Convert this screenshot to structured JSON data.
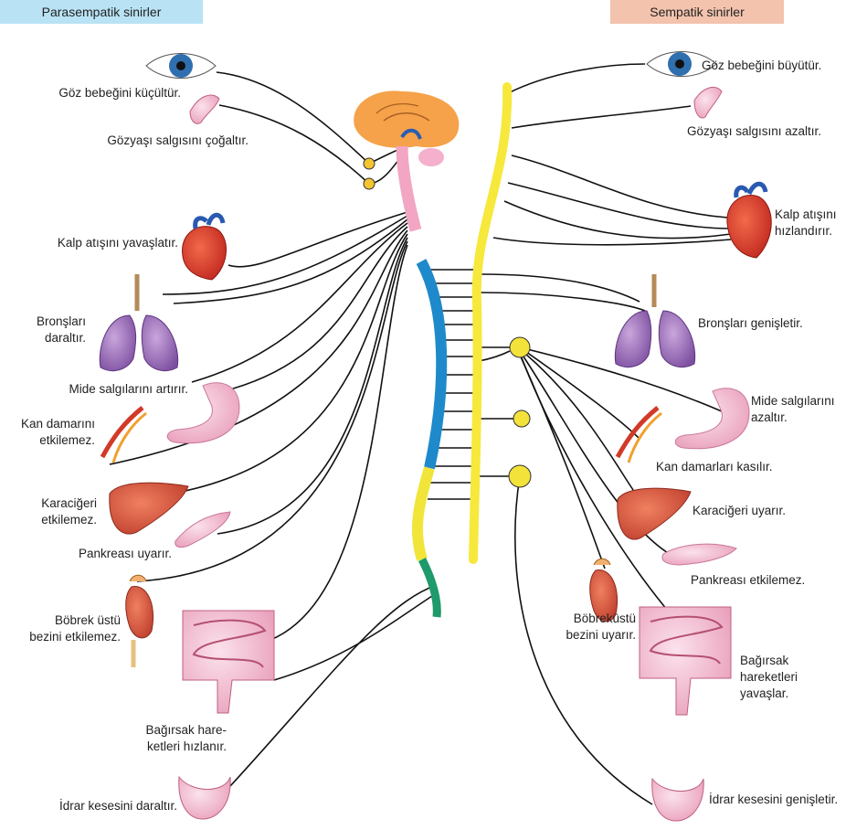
{
  "header": {
    "left": "Parasempatik sinirler",
    "right": "Sempatik sinirler",
    "left_color": "#b9e3f5",
    "right_color": "#f3c3ad"
  },
  "parasympathetic": [
    {
      "id": "p-eye",
      "organ": "eye-icon",
      "text": "Göz bebeğini küçültür."
    },
    {
      "id": "p-tear",
      "organ": "lacrimal-gland-icon",
      "text": "Gözyaşı salgısını çoğaltır."
    },
    {
      "id": "p-heart",
      "organ": "heart-icon",
      "text": "Kalp atışını yavaşlatır."
    },
    {
      "id": "p-lung",
      "organ": "lungs-icon",
      "text": "Bronşları\ndaraltır."
    },
    {
      "id": "p-stomach",
      "organ": "stomach-icon",
      "text": "Mide salgılarını artırır."
    },
    {
      "id": "p-vessel",
      "organ": "blood-vessel-icon",
      "text": "Kan damarını\netkilemez."
    },
    {
      "id": "p-liver",
      "organ": "liver-icon",
      "text": "Karaciğeri\netkilemez."
    },
    {
      "id": "p-pancreas",
      "organ": "pancreas-icon",
      "text": "Pankreası uyarır."
    },
    {
      "id": "p-adrenal",
      "organ": "adrenal-kidney-icon",
      "text": "Böbrek üstü\nbezini etkilemez."
    },
    {
      "id": "p-intestine",
      "organ": "intestine-icon",
      "text": "Bağırsak hare-\nketleri hızlanır."
    },
    {
      "id": "p-bladder",
      "organ": "bladder-icon",
      "text": "İdrar kesesini daraltır."
    }
  ],
  "sympathetic": [
    {
      "id": "s-eye",
      "organ": "eye-icon",
      "text": "Göz bebeğini büyütür."
    },
    {
      "id": "s-tear",
      "organ": "lacrimal-gland-icon",
      "text": "Gözyaşı salgısını azaltır."
    },
    {
      "id": "s-heart",
      "organ": "heart-icon",
      "text": "Kalp atışını\nhızlandırır."
    },
    {
      "id": "s-lung",
      "organ": "lungs-icon",
      "text": "Bronşları genişletir."
    },
    {
      "id": "s-stomach",
      "organ": "stomach-icon",
      "text": "Mide salgılarını\nazaltır."
    },
    {
      "id": "s-vessel",
      "organ": "blood-vessel-icon",
      "text": "Kan damarları kasılır."
    },
    {
      "id": "s-liver",
      "organ": "liver-icon",
      "text": "Karaciğeri uyarır."
    },
    {
      "id": "s-pancreas",
      "organ": "pancreas-icon",
      "text": "Pankreası etkilemez."
    },
    {
      "id": "s-adrenal",
      "organ": "adrenal-kidney-icon",
      "text": "Böbreküstü\nbezini uyarır."
    },
    {
      "id": "s-intestine",
      "organ": "intestine-icon",
      "text": "Bağırsak\nhareketleri\nyavaşlar."
    },
    {
      "id": "s-bladder",
      "organ": "bladder-icon",
      "text": "İdrar kesesini genişletir."
    }
  ],
  "colors": {
    "brain": "#f5a24a",
    "cervical": "#f2a6c3",
    "thoracic": "#1e8acb",
    "lumbar": "#f2e53a",
    "sacral": "#1f9a6a",
    "sympathetic_chain": "#f7e83c",
    "nerve": "#111111"
  }
}
